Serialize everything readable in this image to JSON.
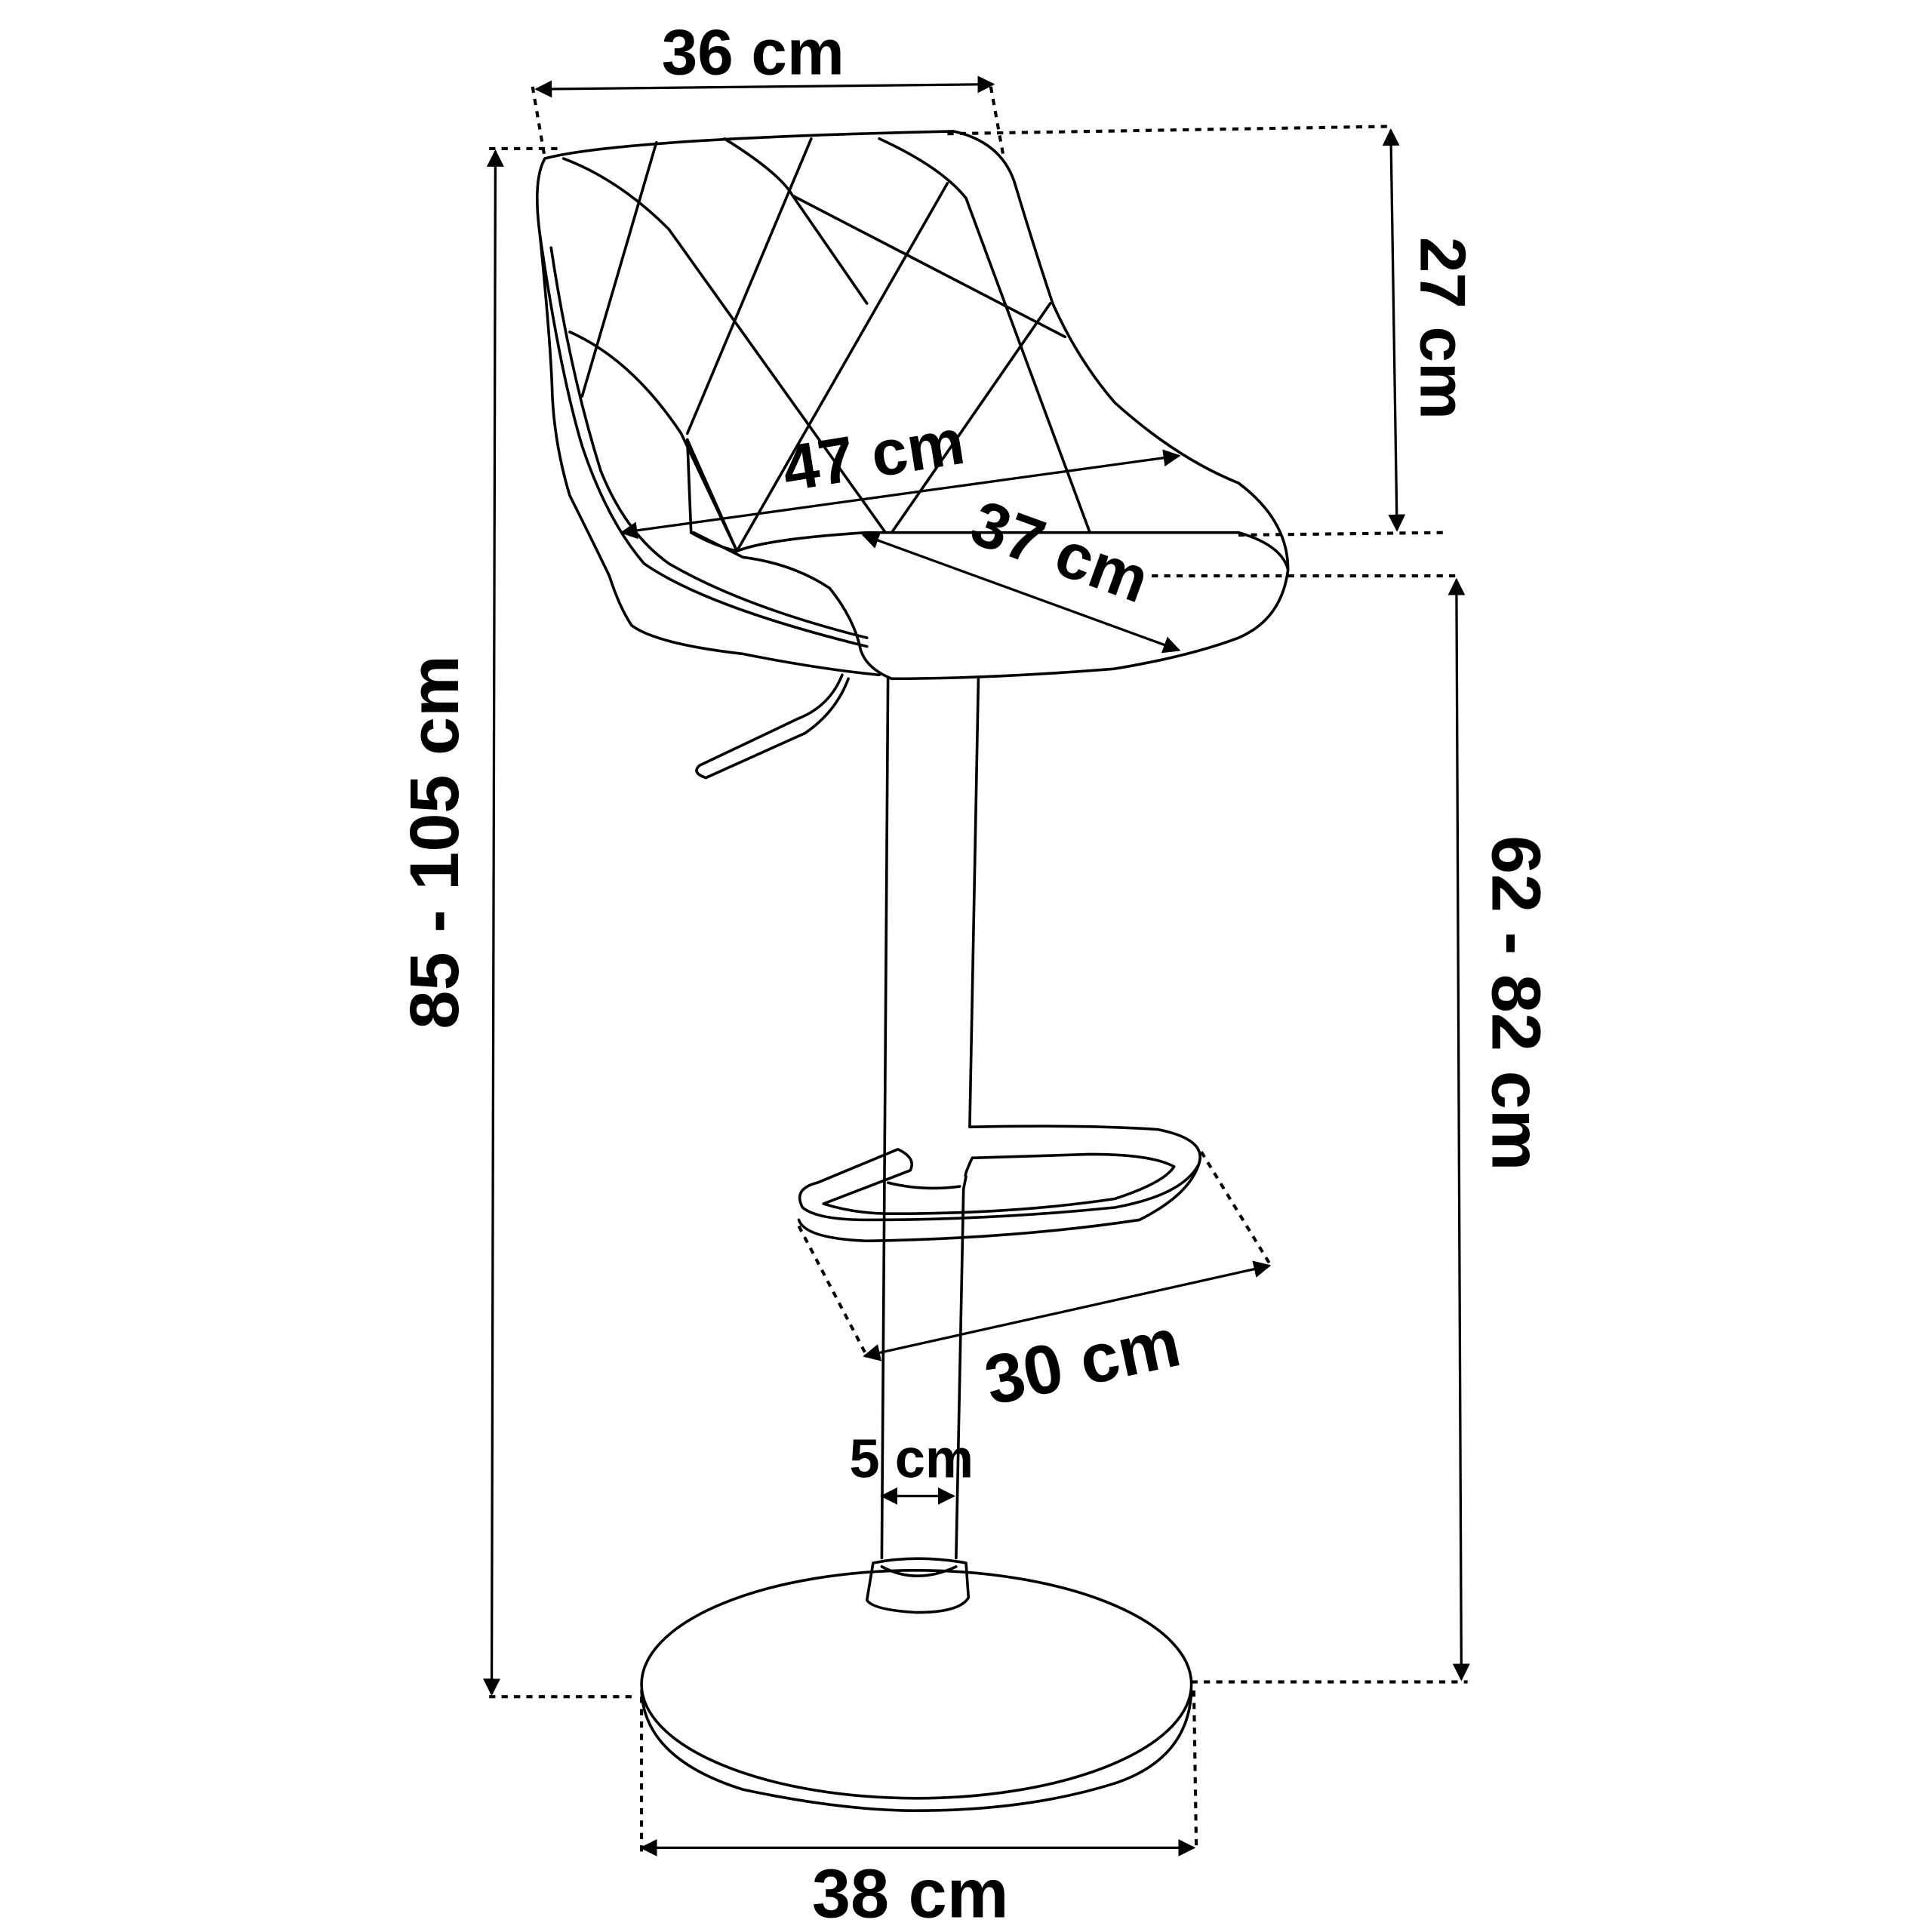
{
  "title": "Bar stool dimensions",
  "dimensions": {
    "seat_top_width": "36 cm",
    "backrest_height": "27 cm",
    "seat_width": "47 cm",
    "seat_depth": "37 cm",
    "total_height": "85 - 105 cm",
    "seat_height": "62 - 82 cm",
    "footrest_width": "30 cm",
    "column_diameter": "5 cm",
    "base_diameter": "38 cm"
  }
}
